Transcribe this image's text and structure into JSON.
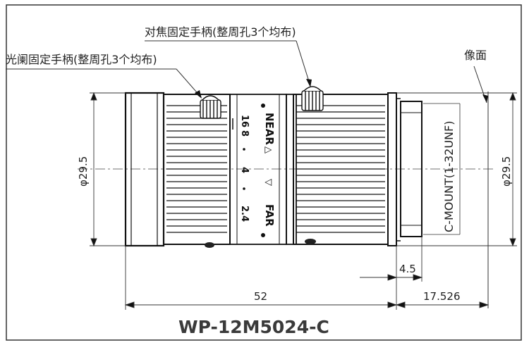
{
  "labels": {
    "focus_screw": "对焦固定手柄(整周孔3个均布)",
    "iris_screw": "光阑固定手柄(整周孔3个均布)",
    "image_plane": "像面",
    "mount": "C-MOUNT(1-32UNF)"
  },
  "dimensions": {
    "front_diameter": "φ29.5",
    "rear_diameter": "φ29.5",
    "total_length": "52",
    "back_focus": "17.526",
    "flange_depth": "4.5"
  },
  "aperture_scale": [
    "16",
    "8",
    "4",
    "2.4"
  ],
  "focus_scale": {
    "near": "NEAR",
    "far": "FAR",
    "near_arrow": "△",
    "far_arrow": "▽"
  },
  "model": "WP-12M5024-C"
}
